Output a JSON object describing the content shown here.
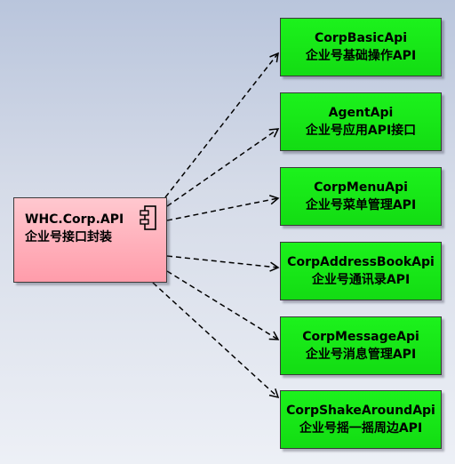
{
  "diagram": {
    "source": {
      "title": "WHC.Corp.API",
      "subtitle": "企业号接口封装",
      "icon": "component-icon"
    },
    "targets": [
      {
        "title": "CorpBasicApi",
        "subtitle": "企业号基础操作API"
      },
      {
        "title": "AgentApi",
        "subtitle": "企业号应用API接口"
      },
      {
        "title": "CorpMenuApi",
        "subtitle": "企业号菜单管理API"
      },
      {
        "title": "CorpAddressBookApi",
        "subtitle": "企业号通讯录API"
      },
      {
        "title": "CorpMessageApi",
        "subtitle": "企业号消息管理API"
      },
      {
        "title": "CorpShakeAroundApi",
        "subtitle": "企业号摇一摇周边API"
      }
    ],
    "edge_style": "dashed-arrow",
    "colors": {
      "source_fill": "#ffb0bc",
      "target_fill": "#19ea19",
      "edge": "#000000",
      "background": "#d5dbe8"
    }
  }
}
